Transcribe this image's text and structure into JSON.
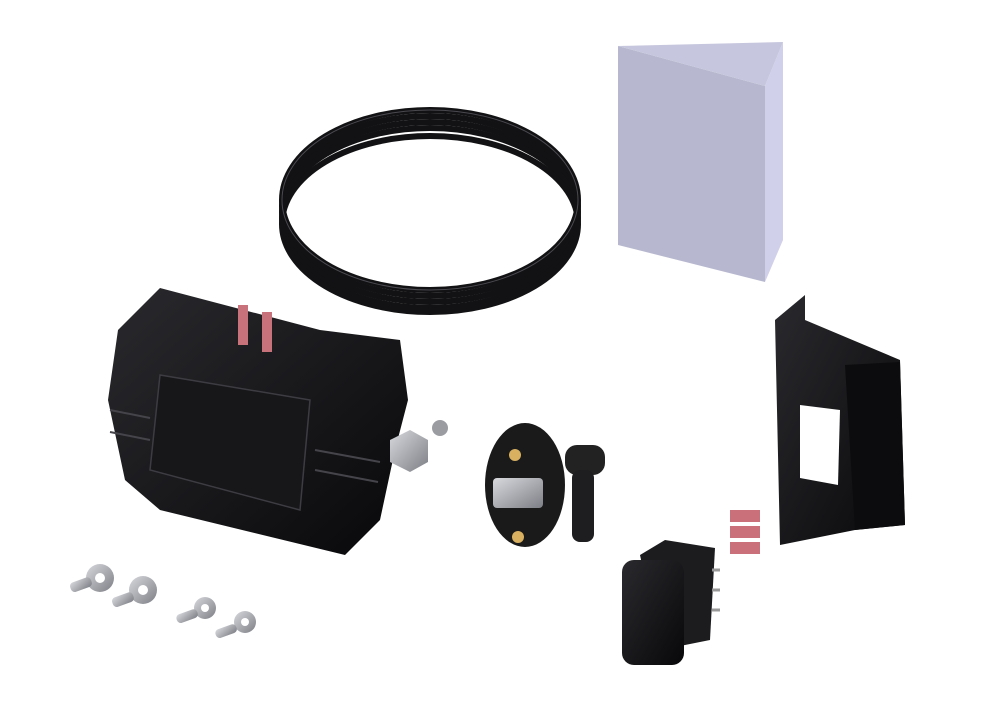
{
  "scene": {
    "background": "#ffffff",
    "components": [
      {
        "name": "control-module",
        "color": "#141416"
      },
      {
        "name": "cable-coil",
        "color": "#111113"
      },
      {
        "name": "instruction-leaflet",
        "color": "#b9b9d3"
      },
      {
        "name": "mounting-bracket",
        "color": "#141416"
      },
      {
        "name": "circuit-breaker",
        "color": "#1a1a1a"
      },
      {
        "name": "rocker-switch",
        "color": "#141416"
      },
      {
        "name": "terminal-connector",
        "color": "#c9707a"
      },
      {
        "name": "ring-terminals",
        "color": "#a8aab0"
      }
    ]
  }
}
